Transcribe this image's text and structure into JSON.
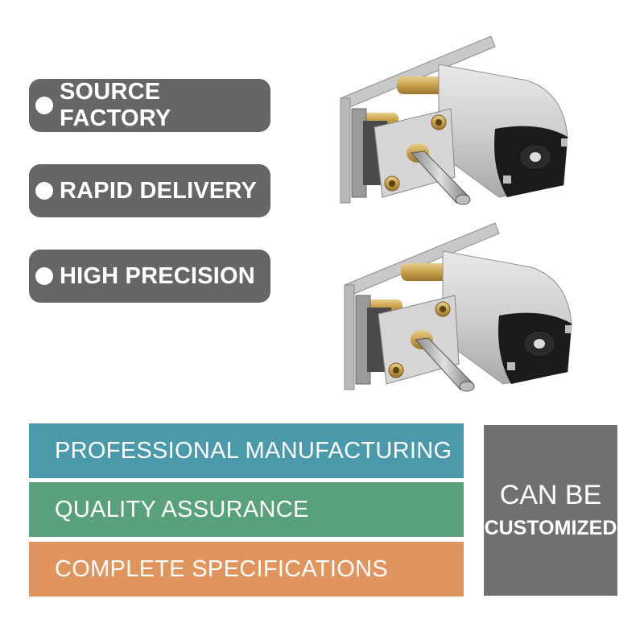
{
  "colors": {
    "pill": "#666666",
    "band_teal": "#4a9aac",
    "band_green": "#58a17a",
    "band_orange": "#e0955f",
    "custom_box": "#707070"
  },
  "features": [
    {
      "label": "SOURCE FACTORY"
    },
    {
      "label": "RAPID DELIVERY"
    },
    {
      "label": "HIGH PRECISION"
    }
  ],
  "bands": [
    {
      "label": "PROFESSIONAL MANUFACTURING"
    },
    {
      "label": "QUALITY ASSURANCE"
    },
    {
      "label": "COMPLETE SPECIFICATIONS"
    }
  ],
  "custom": {
    "line1": "CAN BE",
    "line2": "CUSTOMIZED"
  },
  "images": [
    {
      "icon": "gear-motor-image"
    },
    {
      "icon": "gear-motor-image"
    }
  ]
}
